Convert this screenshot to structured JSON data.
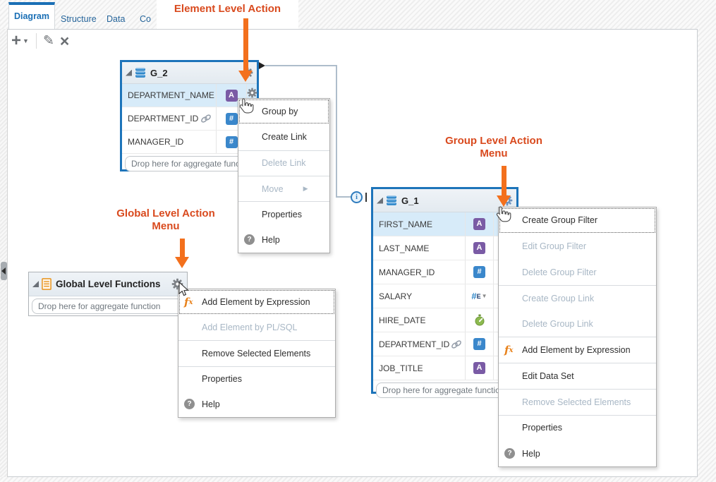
{
  "tabs": [
    {
      "label": "Diagram"
    },
    {
      "label": "Structure"
    },
    {
      "label": "Data"
    },
    {
      "label": "Co"
    }
  ],
  "toolbar": {
    "add": "+",
    "caret": "▼",
    "edit": "✎",
    "remove": "×"
  },
  "annotations": {
    "element": "Element Level Action",
    "group_line1": "Group Level Action",
    "group_line2": "Menu",
    "global_line1": "Global Level Action",
    "global_line2": "Menu"
  },
  "connector": {
    "info": "i"
  },
  "groups": {
    "g2": {
      "title": "G_2",
      "drop": "Drop here for aggregate function",
      "rows": [
        {
          "name": "DEPARTMENT_NAME",
          "badge": "A"
        },
        {
          "name": "DEPARTMENT_ID",
          "badge": "#"
        },
        {
          "name": "MANAGER_ID",
          "badge": "#"
        }
      ]
    },
    "g1": {
      "title": "G_1",
      "drop": "Drop here for aggregate function",
      "rows": [
        {
          "name": "FIRST_NAME",
          "badge": "A"
        },
        {
          "name": "LAST_NAME",
          "badge": "A"
        },
        {
          "name": "MANAGER_ID",
          "badge": "#"
        },
        {
          "name": "SALARY",
          "badge": "#",
          "badge2": "E",
          "caret": "▼"
        },
        {
          "name": "HIRE_DATE"
        },
        {
          "name": "DEPARTMENT_ID",
          "badge": "#"
        },
        {
          "name": "JOB_TITLE",
          "badge": "A"
        }
      ]
    },
    "global": {
      "title": "Global Level Functions",
      "drop": "Drop here for aggregate function"
    }
  },
  "menus": {
    "element": {
      "submenu_arrow": "▶",
      "help_icon": "?",
      "items": [
        {
          "label": "Group by"
        },
        {
          "label": "Create Link"
        },
        {
          "label": "Delete Link"
        },
        {
          "label": "Move"
        },
        {
          "label": "Properties"
        },
        {
          "label": "Help"
        }
      ]
    },
    "global_fn": {
      "help_icon": "?",
      "items": [
        {
          "label": "Add Element by Expression"
        },
        {
          "label": "Add Element by PL/SQL"
        },
        {
          "label": "Remove Selected Elements"
        },
        {
          "label": "Properties"
        },
        {
          "label": "Help"
        }
      ]
    },
    "group": {
      "help_icon": "?",
      "items": [
        {
          "label": "Create Group Filter"
        },
        {
          "label": "Edit Group Filter"
        },
        {
          "label": "Delete Group Filter"
        },
        {
          "label": "Create Group Link"
        },
        {
          "label": "Delete Group Link"
        },
        {
          "label": "Add Element by Expression"
        },
        {
          "label": "Edit Data Set"
        },
        {
          "label": "Remove Selected Elements"
        },
        {
          "label": "Properties"
        },
        {
          "label": "Help"
        }
      ]
    }
  },
  "colors": {
    "accent_blue": "#1D74BA",
    "annotation_text": "#D94A1E",
    "arrow_orange": "#F3701D",
    "badge_text_purple": "#7A5BA5",
    "badge_number_blue": "#3A87CB",
    "disabled_item": "#A8B7C5",
    "selected_row": "#D7EBF9"
  }
}
